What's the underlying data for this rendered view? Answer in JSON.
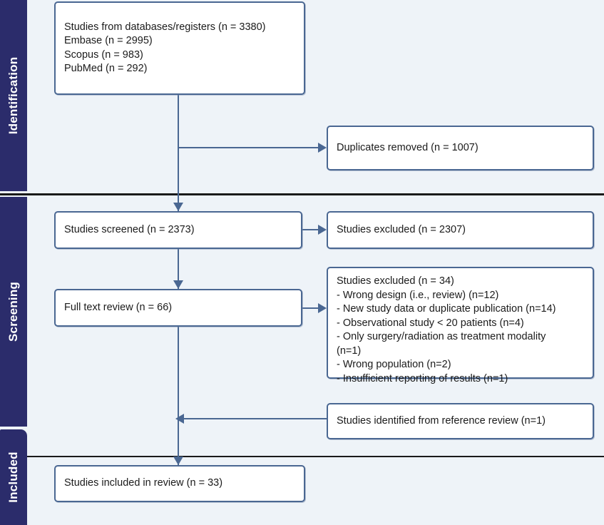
{
  "diagram": {
    "type": "prisma-flow-diagram",
    "accent_border_color": "#4a6792",
    "rail_color": "#2b2c6b",
    "background_color": "#eef3f8"
  },
  "phases": [
    {
      "id": "identification",
      "label": "Identification"
    },
    {
      "id": "screening",
      "label": "Screening"
    },
    {
      "id": "included",
      "label": "Included"
    }
  ],
  "boxes": {
    "sources": {
      "text": "Studies from databases/registers (n = 3380)\nEmbase (n = 2995)\nScopus (n = 983)\nPubMed (n = 292)"
    },
    "duplicates": {
      "text": "Duplicates removed (n = 1007)"
    },
    "screened": {
      "text": "Studies screened (n = 2373)"
    },
    "excluded_screened": {
      "text": "Studies excluded (n = 2307)"
    },
    "fulltext": {
      "text": "Full text review (n = 66)"
    },
    "excluded_fulltext": {
      "text": "Studies excluded (n = 34)\n- Wrong design (i.e., review) (n=12)\n- New study data or duplicate publication (n=14)\n- Observational study < 20 patients (n=4)\n- Only surgery/radiation as treatment modality\n   (n=1)\n- Wrong population (n=2)\n- Insufficient reporting of results (n=1)"
    },
    "reference": {
      "text": "Studies identified from reference review (n=1)"
    },
    "included": {
      "text": "Studies included in review (n = 33)"
    }
  },
  "chart_data": {
    "type": "flowchart",
    "title": "PRISMA study selection flow",
    "nodes": [
      {
        "id": "sources",
        "phase": "identification",
        "label": "Studies from databases/registers",
        "n": 3380,
        "breakdown": [
          {
            "source": "Embase",
            "n": 2995
          },
          {
            "source": "Scopus",
            "n": 983
          },
          {
            "source": "PubMed",
            "n": 292
          }
        ]
      },
      {
        "id": "duplicates",
        "phase": "identification",
        "label": "Duplicates removed",
        "n": 1007
      },
      {
        "id": "screened",
        "phase": "screening",
        "label": "Studies screened",
        "n": 2373
      },
      {
        "id": "excluded_screened",
        "phase": "screening",
        "label": "Studies excluded",
        "n": 2307
      },
      {
        "id": "fulltext",
        "phase": "screening",
        "label": "Full text review",
        "n": 66
      },
      {
        "id": "excluded_fulltext",
        "phase": "screening",
        "label": "Studies excluded",
        "n": 34,
        "reasons": [
          {
            "reason": "Wrong design (i.e., review)",
            "n": 12
          },
          {
            "reason": "New study data or duplicate publication",
            "n": 14
          },
          {
            "reason": "Observational study < 20 patients",
            "n": 4
          },
          {
            "reason": "Only surgery/radiation as treatment modality",
            "n": 1
          },
          {
            "reason": "Wrong population",
            "n": 2
          },
          {
            "reason": "Insufficient reporting of results",
            "n": 1
          }
        ]
      },
      {
        "id": "reference",
        "phase": "screening",
        "label": "Studies identified from reference review",
        "n": 1
      },
      {
        "id": "included",
        "phase": "included",
        "label": "Studies included in review",
        "n": 33
      }
    ],
    "edges": [
      {
        "from": "sources",
        "to": "duplicates",
        "direction": "right"
      },
      {
        "from": "sources",
        "to": "screened",
        "direction": "down"
      },
      {
        "from": "screened",
        "to": "excluded_screened",
        "direction": "right"
      },
      {
        "from": "screened",
        "to": "fulltext",
        "direction": "down"
      },
      {
        "from": "fulltext",
        "to": "excluded_fulltext",
        "direction": "right"
      },
      {
        "from": "reference",
        "to": "included",
        "direction": "left"
      },
      {
        "from": "fulltext",
        "to": "included",
        "direction": "down"
      }
    ]
  }
}
